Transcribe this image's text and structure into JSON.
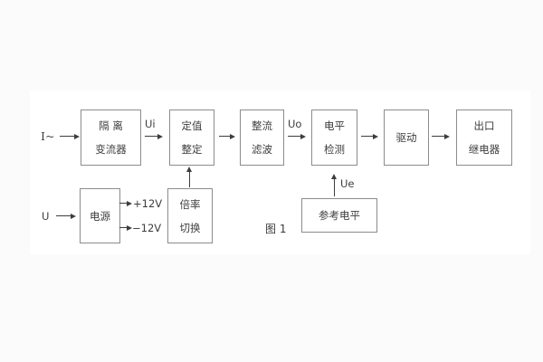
{
  "figure": {
    "caption": "图 1"
  },
  "blocks": {
    "isolation": {
      "line1": "隔 离",
      "line2": "变流器"
    },
    "setting": {
      "line1": "定值",
      "line2": "整定"
    },
    "rectifier_filter": {
      "line1": "整流",
      "line2": "滤波"
    },
    "level_detect": {
      "line1": "电平",
      "line2": "检测"
    },
    "drive": {
      "label": "驱动"
    },
    "output_relay": {
      "line1": "出口",
      "line2": "继电器"
    },
    "power": {
      "label": "电源"
    },
    "ratio_switch": {
      "line1": "倍率",
      "line2": "切换"
    },
    "reference_level": {
      "label": "参考电平"
    }
  },
  "signals": {
    "input_current": "I~",
    "input_voltage": "U",
    "ui": "Ui",
    "uo": "Uo",
    "ue": "Ue",
    "plus_12v": "+12V",
    "minus_12v": "−12V"
  }
}
